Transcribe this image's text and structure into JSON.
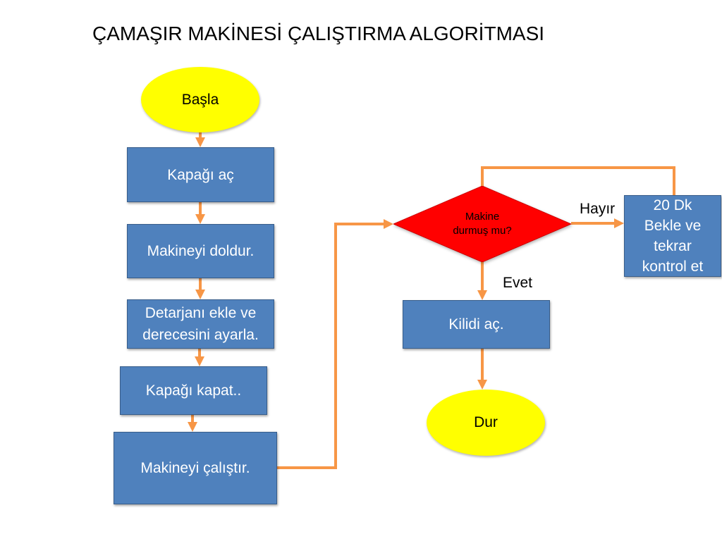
{
  "title": "ÇAMAŞIR MAKİNESİ ÇALIŞTIRMA ALGORİTMASI",
  "nodes": {
    "start": {
      "label": "Başla"
    },
    "open_lid": {
      "label": "Kapağı aç"
    },
    "fill_machine": {
      "label": "Makineyi doldur."
    },
    "add_detergent": {
      "lines": [
        "Detarjanı ekle ve",
        "derecesini ayarla."
      ]
    },
    "close_lid": {
      "label": "Kapağı kapat.."
    },
    "run_machine": {
      "label": "Makineyi çalıştır."
    },
    "decision": {
      "lines": [
        "Makine",
        "durmuş mu?"
      ]
    },
    "wait": {
      "lines": [
        "20 Dk",
        "Bekle ve",
        "tekrar",
        "kontrol et"
      ]
    },
    "unlock": {
      "label": "Kilidi aç."
    },
    "end": {
      "label": "Dur"
    }
  },
  "edge_labels": {
    "no": "Hayır",
    "yes": "Evet"
  },
  "colors": {
    "terminal_fill": "#FFFF00",
    "process_fill": "#4F81BD",
    "process_border": "#385D8A",
    "decision_fill": "#FF0000",
    "connector": "#F79646",
    "box_text": "#FFFFFF",
    "text": "#000000"
  }
}
